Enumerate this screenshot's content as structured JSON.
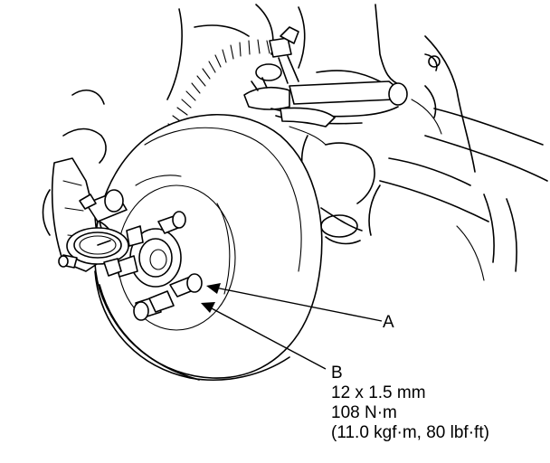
{
  "callouts": {
    "a": {
      "letter": "A"
    },
    "b": {
      "letter": "B",
      "spec_size": "12 x 1.5 mm",
      "spec_torque": "108 N·m",
      "spec_alt": "(11.0 kgf·m, 80 lbf·ft)"
    }
  }
}
